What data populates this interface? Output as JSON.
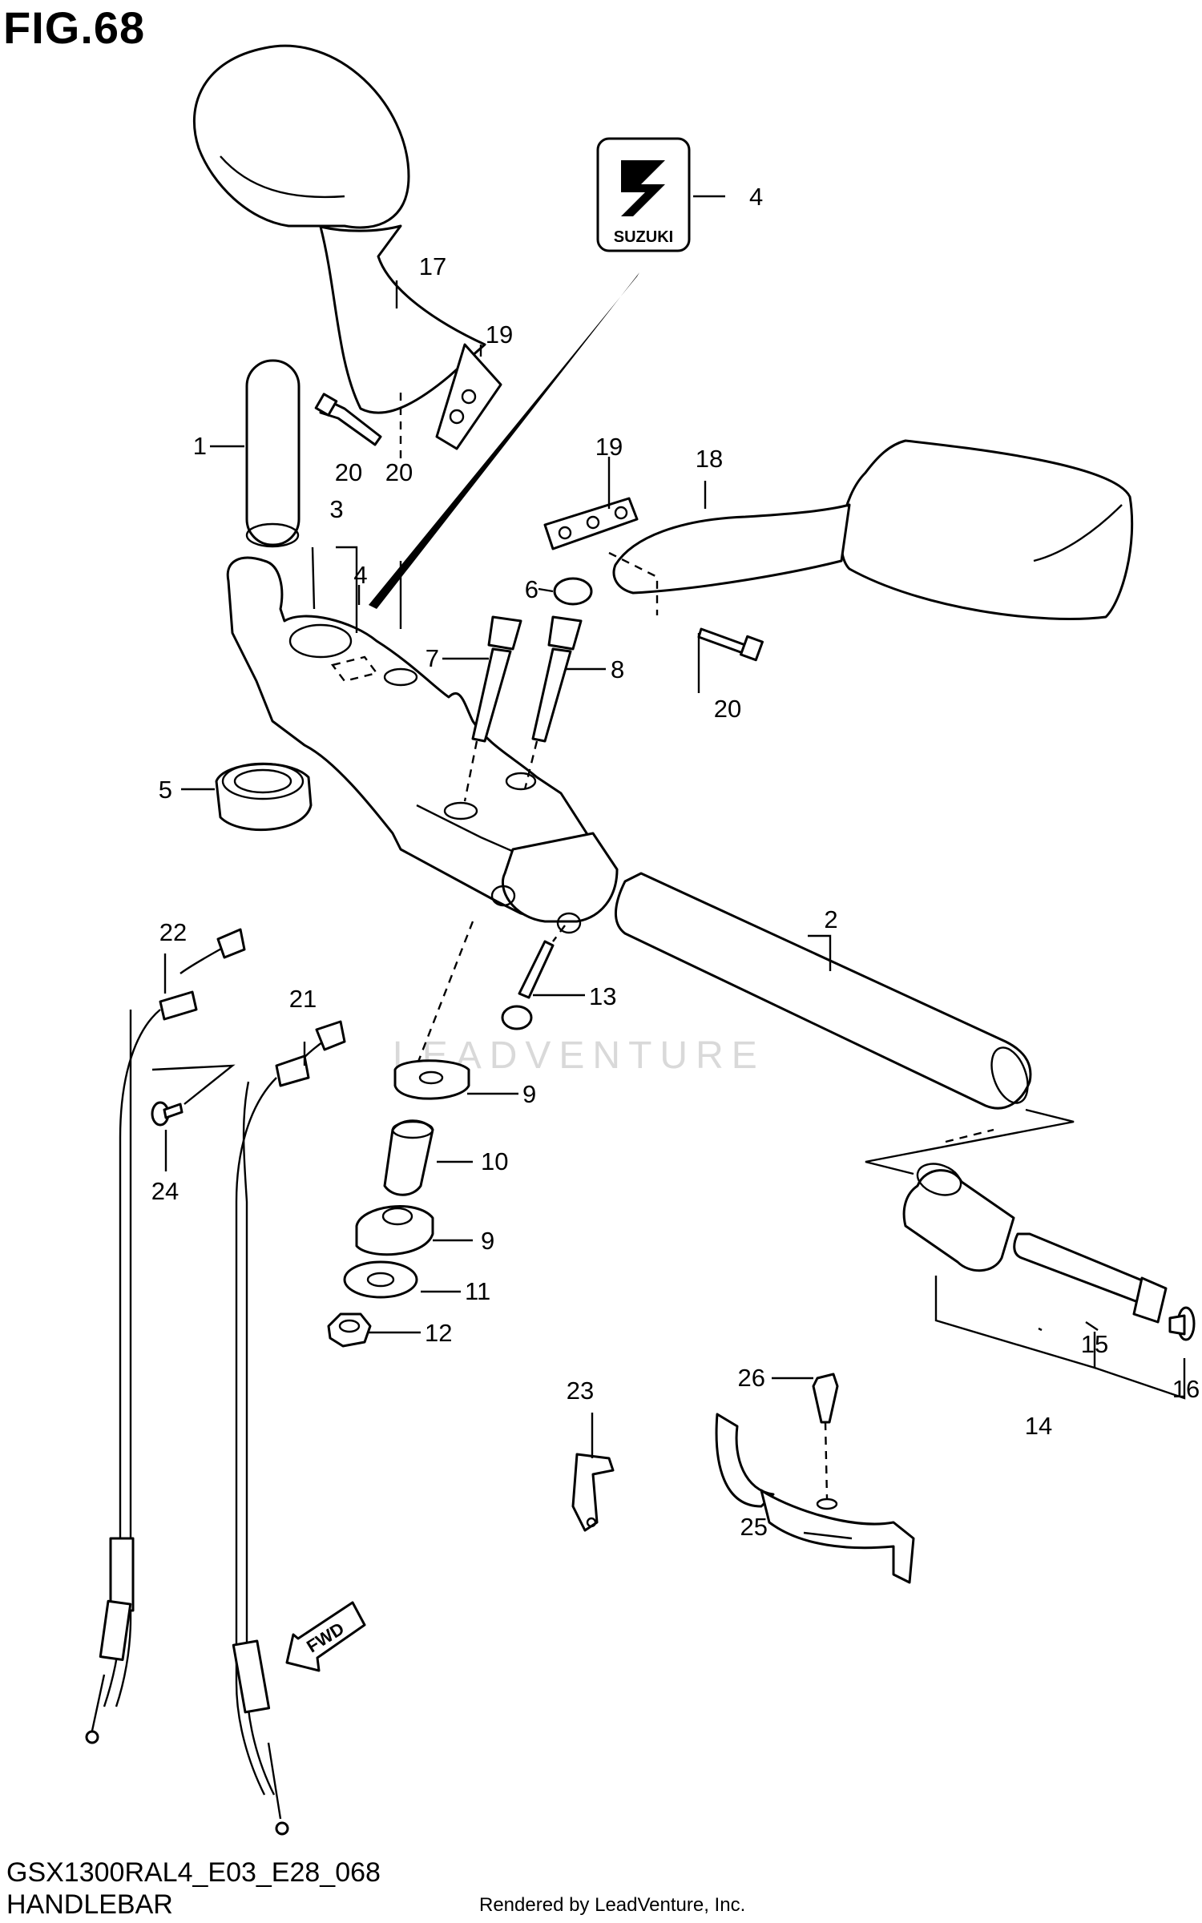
{
  "figure": {
    "title": "FIG.68",
    "code": "GSX1300RAL4_E03_E28_068",
    "name": "HANDLEBAR",
    "rendered_by": "Rendered by LeadVenture, Inc.",
    "watermark": "LEADVENTURE",
    "emblem_text": "SUZUKI",
    "fwd_label": "FWD"
  },
  "callouts": [
    "1",
    "2",
    "3",
    "4",
    "4",
    "5",
    "6",
    "7",
    "8",
    "9",
    "9",
    "10",
    "11",
    "12",
    "13",
    "14",
    "15",
    "16",
    "17",
    "18",
    "19",
    "19",
    "20",
    "20",
    "20",
    "21",
    "22",
    "23",
    "24",
    "25",
    "26"
  ]
}
